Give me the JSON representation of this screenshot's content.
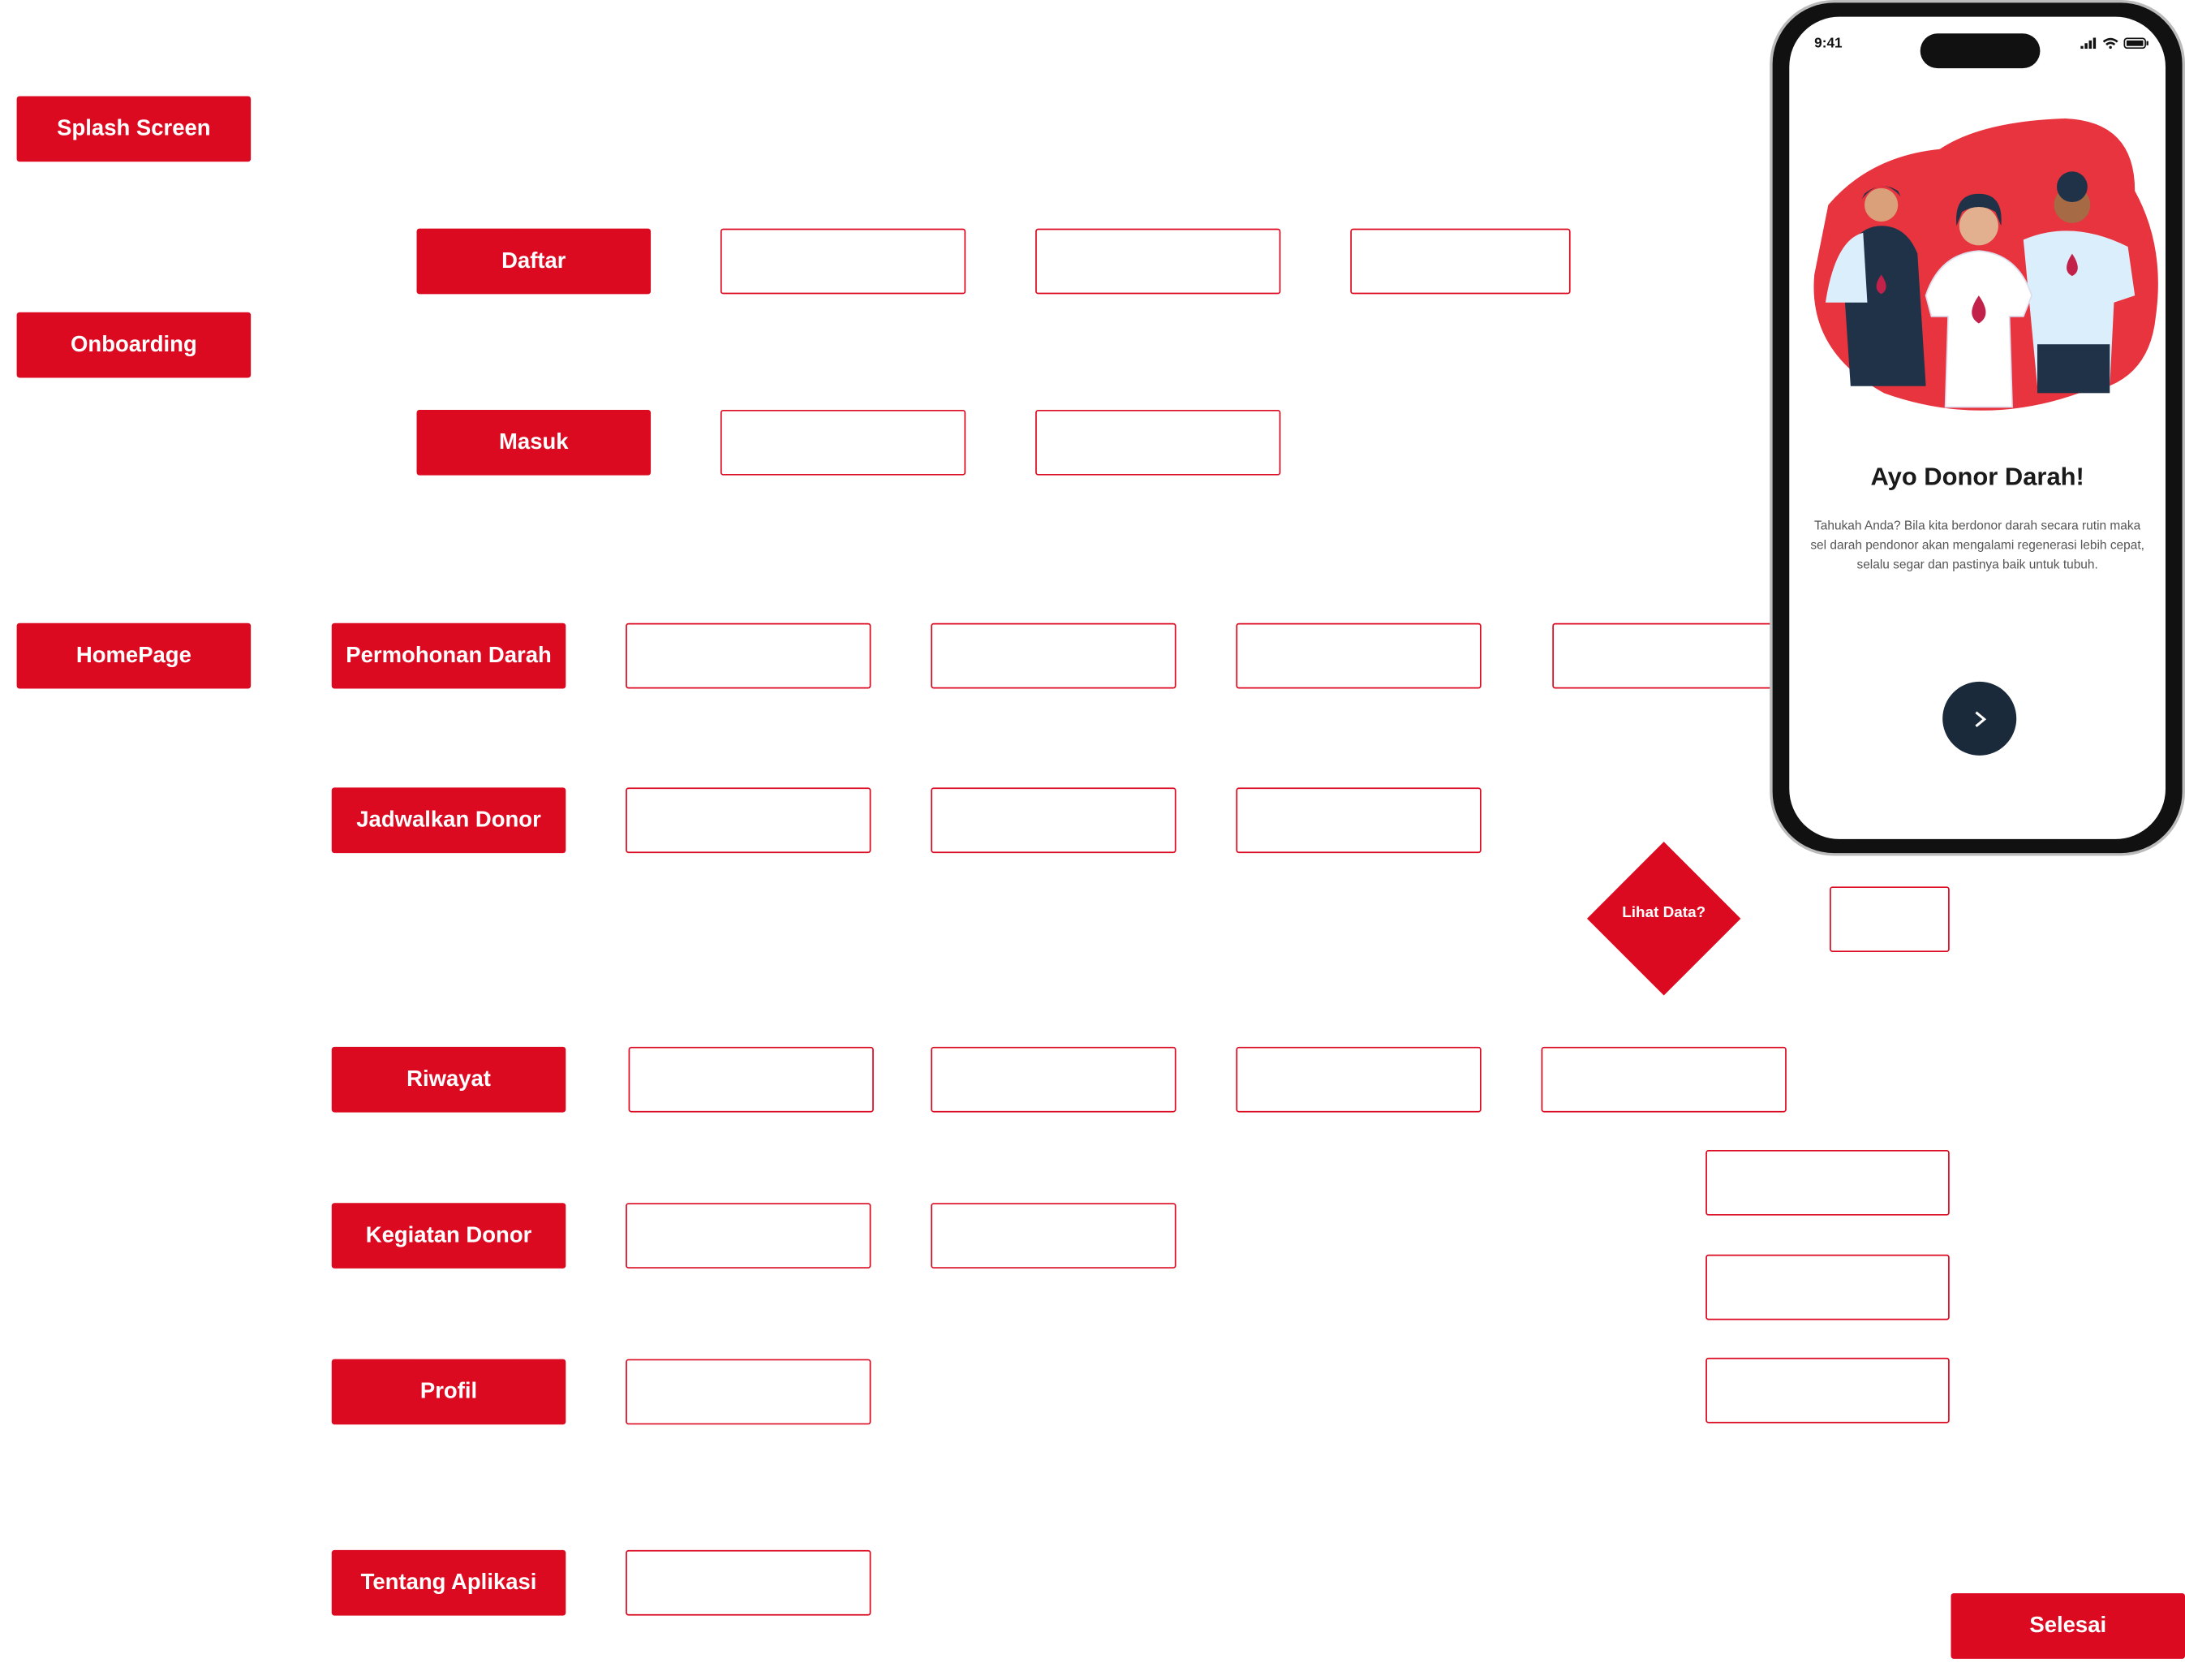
{
  "nodes": {
    "splash": "Splash Screen",
    "onboarding": "Onboarding",
    "homepage": "HomePage",
    "daftar": "Daftar",
    "masuk": "Masuk",
    "permohonan": "Permohonan Darah",
    "jadwalkan": "Jadwalkan Donor",
    "riwayat": "Riwayat",
    "kegiatan": "Kegiatan Donor",
    "profil": "Profil",
    "tentang": "Tentang Aplikasi",
    "selesai": "Selesai",
    "decision": "Lihat Data?"
  },
  "phone": {
    "time": "9:41",
    "title": "Ayo Donor Darah!",
    "description": "Tahukah Anda? Bila kita berdonor darah secara rutin maka sel darah pendonor akan mengalami regenerasi lebih cepat, selalu segar dan pastinya baik untuk tubuh.",
    "next_icon": "chevron-right-icon"
  },
  "colors": {
    "accent": "#dc0a20",
    "dark": "#1b2a3a",
    "blob": "#e8343e"
  }
}
